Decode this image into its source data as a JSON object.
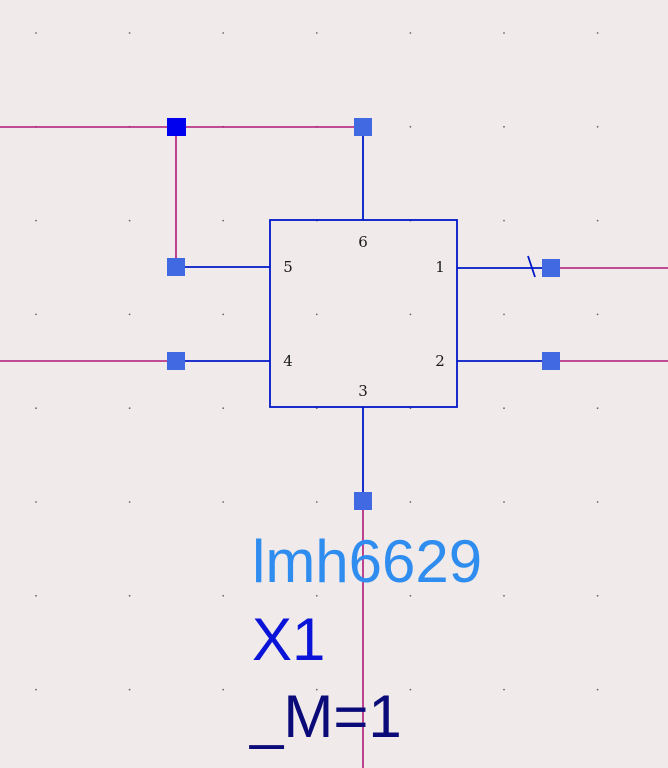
{
  "colors": {
    "background": "#f0eaea",
    "grid_dot": "#6b6b6b",
    "wire": "#b0187a",
    "symbol": "#0018c8",
    "pin_marker": "#4169e1",
    "selected_marker": "#0000ee",
    "model_label": "#2f8df0",
    "instance_label": "#0a14d8",
    "param_label": "#0a0a78"
  },
  "component": {
    "model": "lmh6629",
    "instance": "X1",
    "param": "_M=1",
    "pins": {
      "p1": "1",
      "p2": "2",
      "p3": "3",
      "p4": "4",
      "p5": "5",
      "p6": "6"
    }
  }
}
